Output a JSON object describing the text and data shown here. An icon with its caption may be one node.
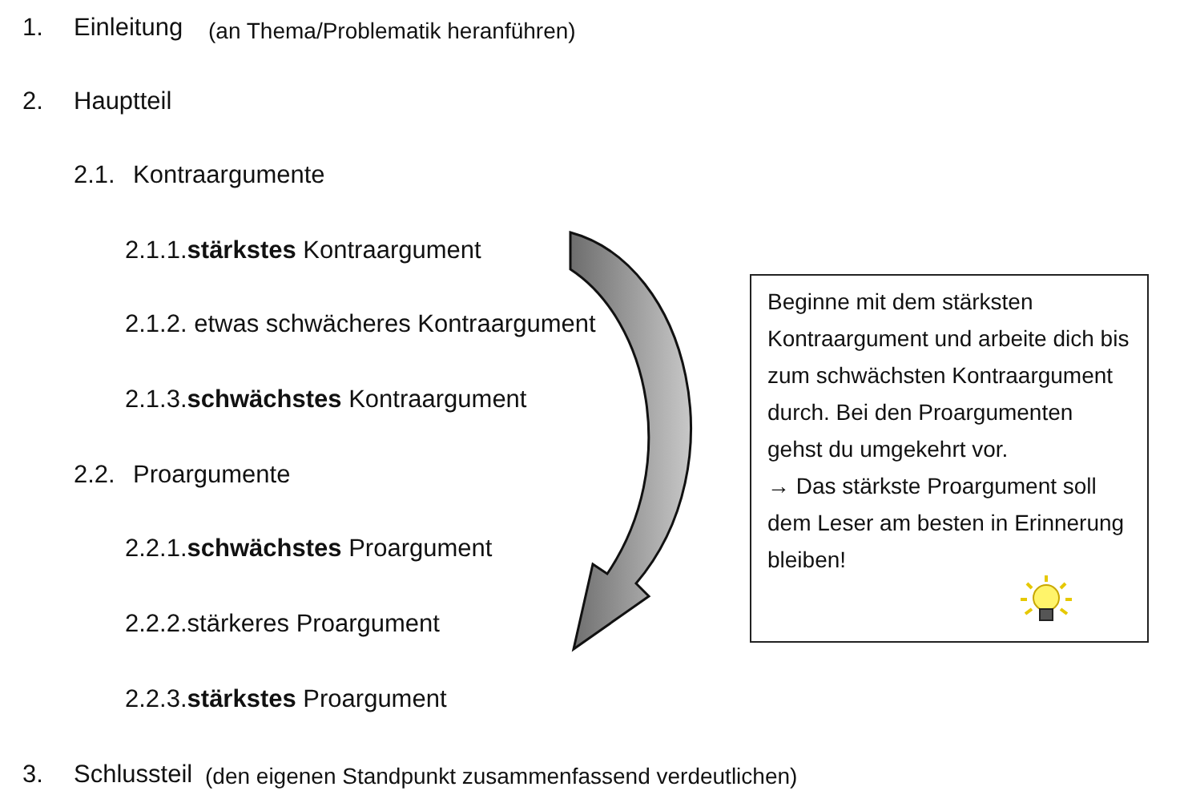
{
  "diagram": {
    "nodes": [
      {
        "text": [
          "Beginne mit dem stärksten Kontraargument und arbeite dich bis zum schwächsten Kontraargument durch. Bei den Proargumenten gehst du umgekehrt vor.",
          "→ Das stärkste Proargument soll dem Leser am besten in Erinnerung bleiben!"
        ]
      }
    ],
    "edges": [],
    "labels": [
      "1.",
      "Einleitung",
      "(an Thema/Problematik heranführen)",
      "2.",
      "Hauptteil",
      "2.1.",
      "Kontraargumente",
      "2.1.1.**stärkstes** Kontraargument",
      "2.1.2. etwas schwächeres Kontraargument",
      "2.1.3.**schwächstes** Kontraargument",
      "2.2.",
      "Proargumente",
      "2.2.1.**schwächstes** Proargument",
      "2.2.2.stärkeres Proargument",
      "2.2.3.**stärkstes** Proargument",
      "3.",
      "Schlussteil",
      "(den eigenen Standpunkt zusammenfassend verdeutlichen)"
    ]
  }
}
